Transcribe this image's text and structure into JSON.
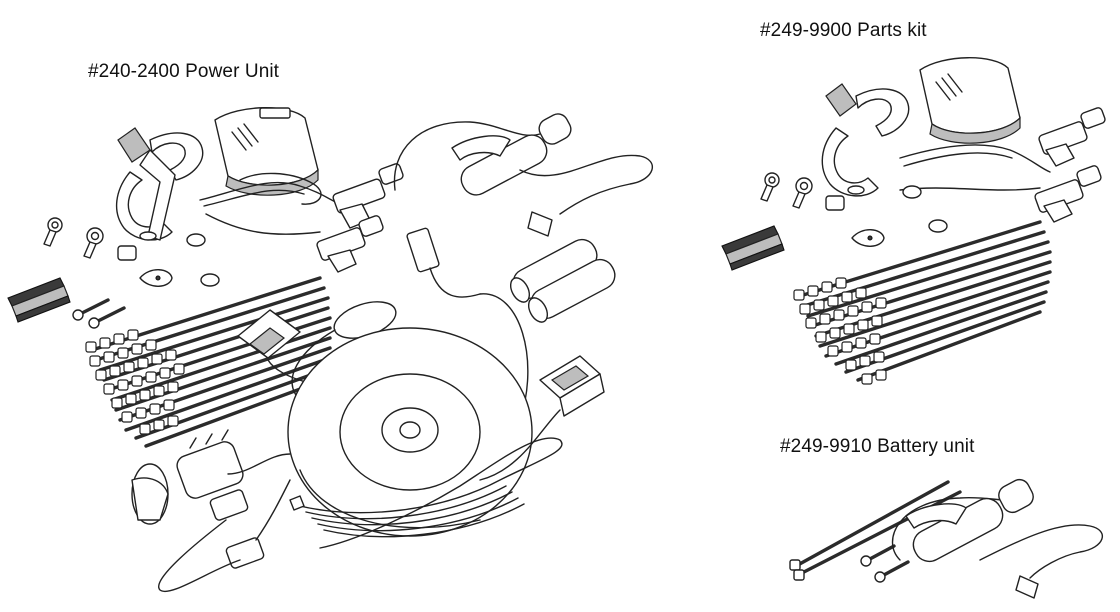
{
  "kits": {
    "power_unit": {
      "label": "#240-2400 Power Unit"
    },
    "parts_kit": {
      "label": "#249-9900 Parts kit"
    },
    "battery_unit": {
      "label": "#249-9910 Battery unit"
    }
  },
  "colors": {
    "background": "#ffffff",
    "line": "#222222"
  }
}
